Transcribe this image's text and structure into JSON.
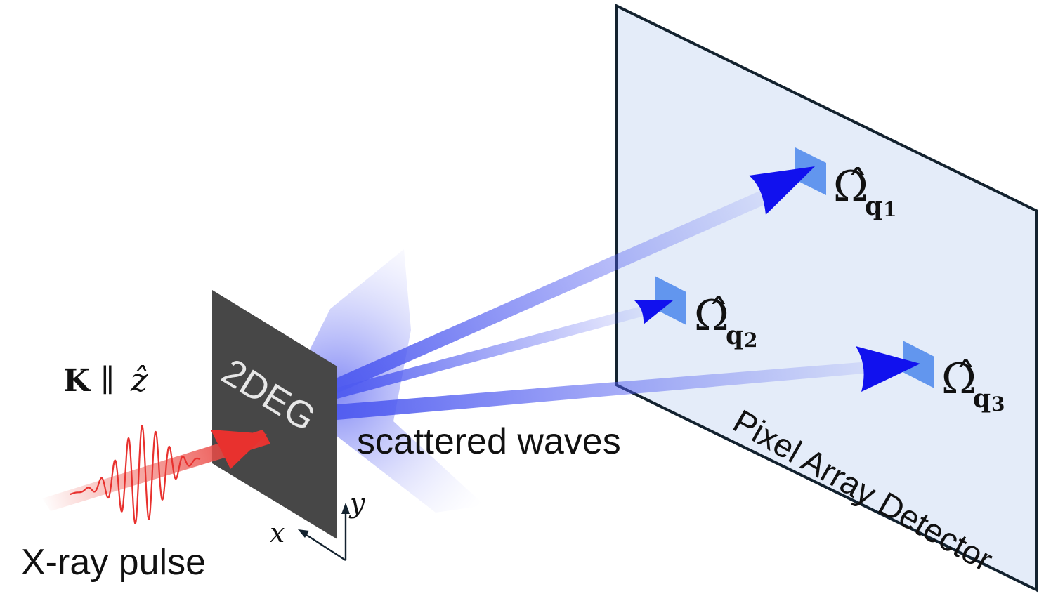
{
  "labels": {
    "beam_condition": {
      "bold": "K",
      "parallel": "∥",
      "axis": "ẑ"
    },
    "source": "X-ray pulse",
    "sample": "2DEG",
    "scattered": "scattered waves",
    "detector": "Pixel Array Detector",
    "axis_x": "x",
    "axis_y": "y",
    "omega_symbol": "Ω̂",
    "pixels": [
      {
        "sub": "q",
        "index": "1"
      },
      {
        "sub": "q",
        "index": "2"
      },
      {
        "sub": "q",
        "index": "3"
      }
    ]
  },
  "colors": {
    "pulse": "#e8312e",
    "sample": "#474747",
    "sample_text": "#e6e6e6",
    "detector_fill": "#e4ecf9",
    "detector_edge": "#13222f",
    "beam": "#4f5bf0",
    "arrow": "#1111ee",
    "pixel": "#6296ee",
    "text": "#111111"
  }
}
